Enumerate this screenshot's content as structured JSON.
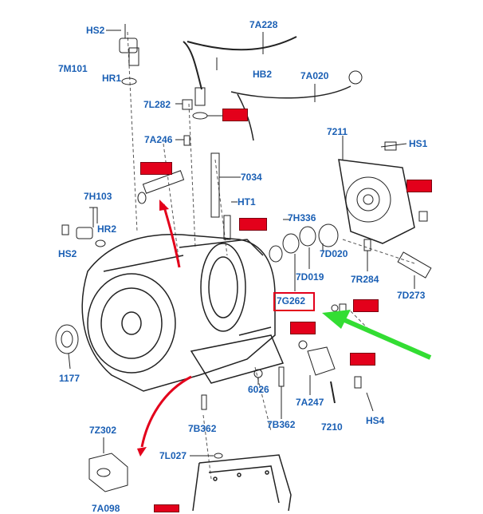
{
  "labels": {
    "hs2_top": "HS2",
    "l7m101": "7M101",
    "hr1": "HR1",
    "l7a228": "7A228",
    "hb2": "HB2",
    "l7a020": "7A020",
    "l7l282": "7L282",
    "l7a246": "7A246",
    "l7211": "7211",
    "hs1": "HS1",
    "l7034": "7034",
    "l7h103": "7H103",
    "hr2": "HR2",
    "hs2_left": "HS2",
    "ht1": "HT1",
    "l7h336": "7H336",
    "l7d020": "7D020",
    "l7d019": "7D019",
    "l7r284": "7R284",
    "l7d273": "7D273",
    "l7g262": "7G262",
    "l1177": "1177",
    "l6026": "6026",
    "l7a247": "7A247",
    "l7210": "7210",
    "hs4": "HS4",
    "l7b362_left": "7B362",
    "l7b362_right": "7B362",
    "l7z302": "7Z302",
    "l7l027": "7L027",
    "l7a098": "7A098"
  },
  "colors": {
    "label": "#1a5fb4",
    "redbox": "#e3001b",
    "arrow_green": "#33dd33",
    "arrow_red": "#e3001b",
    "line": "#222222"
  }
}
